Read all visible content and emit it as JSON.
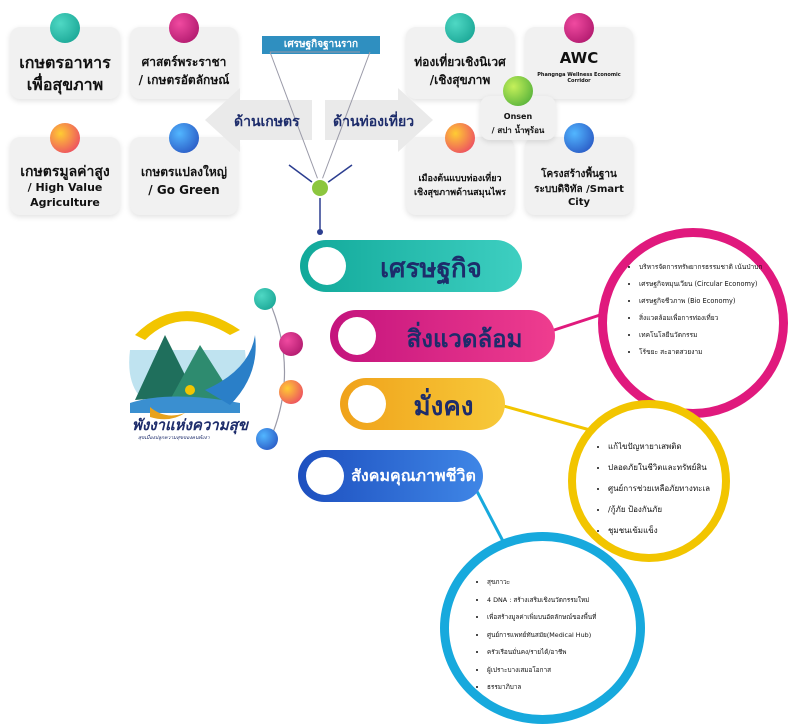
{
  "top_banner": "เศรษฐกิจฐานราก",
  "cards": {
    "food": {
      "line1": "เกษตรอาหาร",
      "line2": "เพื่อสุขภาพ"
    },
    "king": {
      "line1": "ศาสตร์พระราชา",
      "line2": "/ เกษตรอัตลักษณ์"
    },
    "wellness": {
      "line1": "ท่องเที่ยวเชิงนิเวศ",
      "line2": "/เชิงสุขภาพ"
    },
    "awc": {
      "title": "AWC",
      "subtitle": "Phangnga Wellness Economic Corridor"
    },
    "highvalue": {
      "line1": "เกษตรมูลค่าสูง",
      "line2": "/ High Value",
      "line3": "Agriculture"
    },
    "gogreen": {
      "line1": "เกษตรแปลงใหญ่",
      "line2": "/ Go Green"
    },
    "onsen": {
      "line1": "Onsen",
      "line2": "/ สปา น้ำพุร้อน"
    },
    "herb": {
      "line1": "เมืองต้นแบบท่องเที่ยว",
      "line2": "เชิงสุขภาพด้านสมุนไพร"
    },
    "smart": {
      "line1": "โครงสร้างพื้นฐาน",
      "line2": "ระบบดิจิทัล /Smart City"
    }
  },
  "arrows": {
    "agri": "ด้านเกษตร",
    "tourism": "ด้านท่องเที่ยว"
  },
  "pillars": {
    "economy": "เศรษฐกิจ",
    "environment": "สิ่งแวดล้อม",
    "security": "มั่งคง",
    "society": "สังคมคุณภาพชีวิต"
  },
  "logo": {
    "name": "พังงาแห่งความสุข",
    "tagline": "สุขเมืองปลูกความสุขของคนพังงา"
  },
  "environment_items": [
    "บริหารจัดการทรัพยากรธรรมชาติ เน้นป่าบก",
    "เศรษฐกิจหมุนเวียน (Circular Economy)",
    "เศรษฐกิจชีวภาพ (Bio Economy)",
    "สิ่งแวดล้อมเพื่อการท่องเที่ยว",
    "เทคโนโลยีนวัตกรรม",
    "โร้ขยะ สะอาดสวยงาม"
  ],
  "security_items": [
    "แก้ไขปัญหายาเสพติด",
    "ปลอดภัยในชีวิตและทรัพย์สิน",
    "ศูนย์การช่วยเหลือภัยทางทะเล",
    "/กู้ภัย ป้องกันภัย",
    "ชุมชนเข้มแข็ง"
  ],
  "society_items": [
    "สุขภาวะ",
    "4 DNA : สร้างเสริมเชิงนวัตกรรมใหม่",
    "เพื่อสร้างมูลค่าเพิ่มบนอัตลักษณ์ของพื้นที่",
    "ศูนย์การแพทย์ทันสมัย(Medical Hub)",
    "ครัวเรือนมั่นคง/รายได้/อาชีพ",
    "ผู้เปราะบางเสมอโอกาส",
    "ธรรมาภิบาล"
  ],
  "colors": {
    "teal": "#1fb7a6",
    "magenta": "#d1177e",
    "orange": "#f4a11a",
    "blue": "#2e6fd8",
    "yellow": "#f2c500",
    "cyan": "#17a9dd",
    "pink": "#e0197d"
  }
}
